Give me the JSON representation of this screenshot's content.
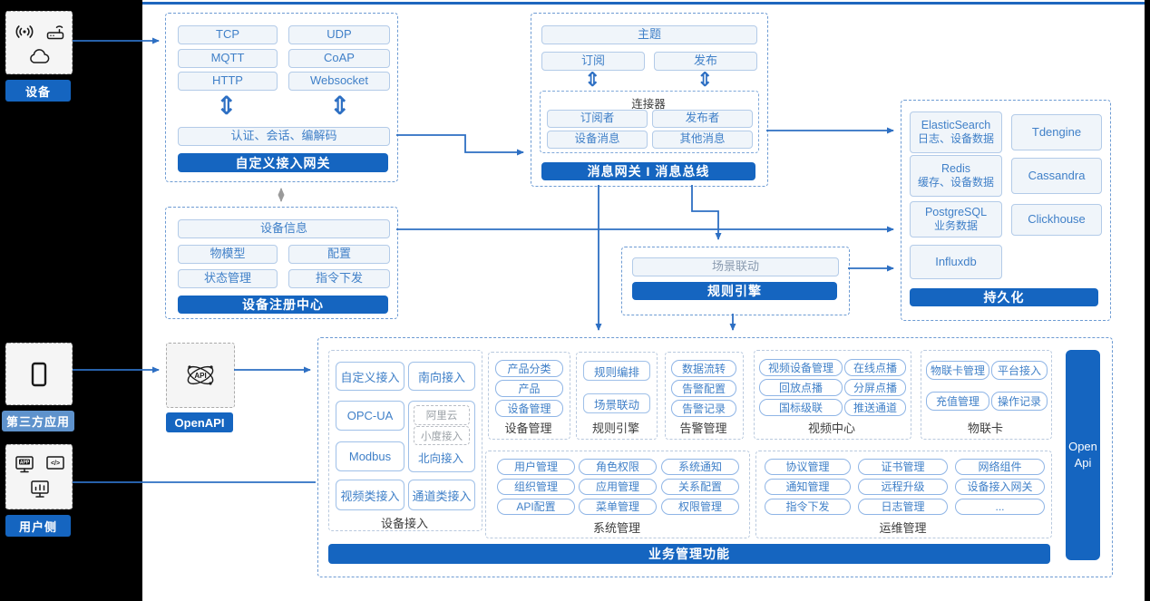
{
  "palette": {
    "accent": "#1565C0",
    "line": "#2D6FC3",
    "light_label": "#5E92CC"
  },
  "icons": {
    "updown_arrow": "⇕"
  },
  "left_rail": {
    "device": {
      "label": "设备"
    },
    "third_party": {
      "label": "第三方应用"
    },
    "user_side": {
      "label": "用户侧"
    }
  },
  "open_api_node": {
    "label": "OpenAPI"
  },
  "custom_gateway": {
    "protocols": [
      "TCP",
      "UDP",
      "MQTT",
      "CoAP",
      "HTTP",
      "Websocket"
    ],
    "auth_pill": "认证、会话、编解码",
    "title": "自定义接入网关"
  },
  "message_gateway": {
    "topic": "主题",
    "subscribe": "订阅",
    "publish": "发布",
    "connector": {
      "title": "连接器",
      "items": [
        "订阅者",
        "发布者",
        "设备消息",
        "其他消息"
      ]
    },
    "title": "消息网关 I 消息总线"
  },
  "device_registry": {
    "info": "设备信息",
    "items": [
      "物模型",
      "配置",
      "状态管理",
      "指令下发"
    ],
    "title": "设备注册中心"
  },
  "rule_engine_node": {
    "scene": "场景联动",
    "title": "规则引擎"
  },
  "persistence": {
    "cells": [
      {
        "name": "ElasticSearch",
        "sub": "日志、设备数据"
      },
      {
        "name": "Tdengine",
        "sub": ""
      },
      {
        "name": "Redis",
        "sub": "缓存、设备数据"
      },
      {
        "name": "Cassandra",
        "sub": ""
      },
      {
        "name": "PostgreSQL",
        "sub": "业务数据"
      },
      {
        "name": "Clickhouse",
        "sub": ""
      },
      {
        "name": "Influxdb",
        "sub": ""
      }
    ],
    "title": "持久化"
  },
  "business": {
    "title": "业务管理功能",
    "open_api_bar": "Open Api",
    "device_access": {
      "label": "设备接入",
      "items": [
        "自定义接入",
        "南向接入",
        "OPC-UA",
        "Modbus",
        "视频类接入",
        "通道类接入"
      ],
      "northbound": {
        "label": "北向接入",
        "subs": [
          "阿里云",
          "小度接入"
        ]
      }
    },
    "device_mgmt": {
      "label": "设备管理",
      "items": [
        "产品分类",
        "产品",
        "设备管理"
      ]
    },
    "rule_engine": {
      "label": "规则引擎",
      "items": [
        "规则编排",
        "场景联动"
      ]
    },
    "alarm_mgmt": {
      "label": "告警管理",
      "items": [
        "数据流转",
        "告警配置",
        "告警记录"
      ]
    },
    "video_center": {
      "label": "视频中心",
      "items": [
        "视频设备管理",
        "在线点播",
        "回放点播",
        "分屏点播",
        "国标级联",
        "推送通道"
      ]
    },
    "iot_card": {
      "label": "物联卡",
      "items": [
        "物联卡管理",
        "平台接入",
        "充值管理",
        "操作记录"
      ]
    },
    "system_mgmt": {
      "label": "系统管理",
      "items": [
        "用户管理",
        "角色权限",
        "系统通知",
        "组织管理",
        "应用管理",
        "关系配置",
        "API配置",
        "菜单管理",
        "权限管理"
      ]
    },
    "ops_mgmt": {
      "label": "运维管理",
      "items": [
        "协议管理",
        "证书管理",
        "网络组件",
        "通知管理",
        "远程升级",
        "设备接入网关",
        "指令下发",
        "日志管理",
        "..."
      ]
    }
  }
}
